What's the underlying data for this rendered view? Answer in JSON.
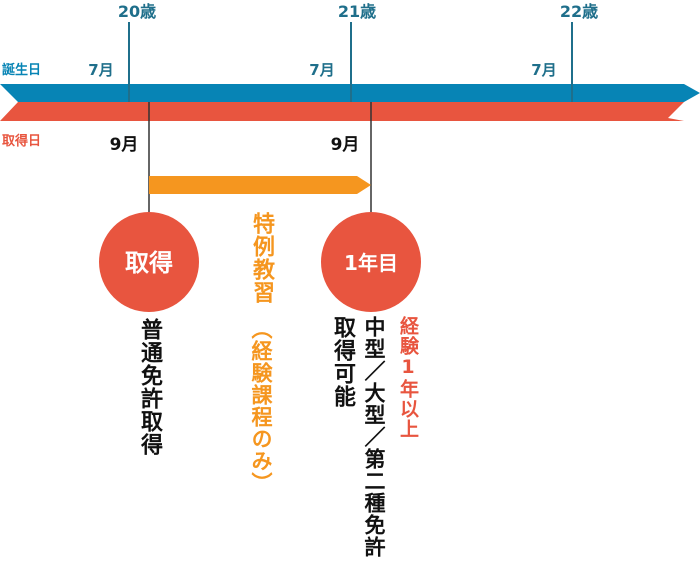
{
  "colors": {
    "birth_band": "#0784b5",
    "acquire_band": "#e8553f",
    "special": "#f5961f",
    "tick": "#1f6f8b",
    "text_dark": "#111111",
    "white": "#ffffff"
  },
  "ages": [
    {
      "label": "20歳"
    },
    {
      "label": "21歳"
    },
    {
      "label": "22歳"
    }
  ],
  "band_labels": {
    "birth": "誕生日",
    "acquire": "取得日"
  },
  "birth_months": [
    {
      "label": "7月"
    },
    {
      "label": "7月"
    },
    {
      "label": "7月"
    }
  ],
  "acquire_months": [
    {
      "label": "9月"
    },
    {
      "label": "9月"
    }
  ],
  "circles": {
    "acquire": "取得",
    "year1": "1年目"
  },
  "captions": {
    "license_acquire": "普通免許取得",
    "special_course": "特例教習",
    "course_only": "（経験課程のみ）",
    "obtainable": "取得可能",
    "license_types": "中型／大型／第二種免許",
    "experience": "経験1年以上"
  }
}
